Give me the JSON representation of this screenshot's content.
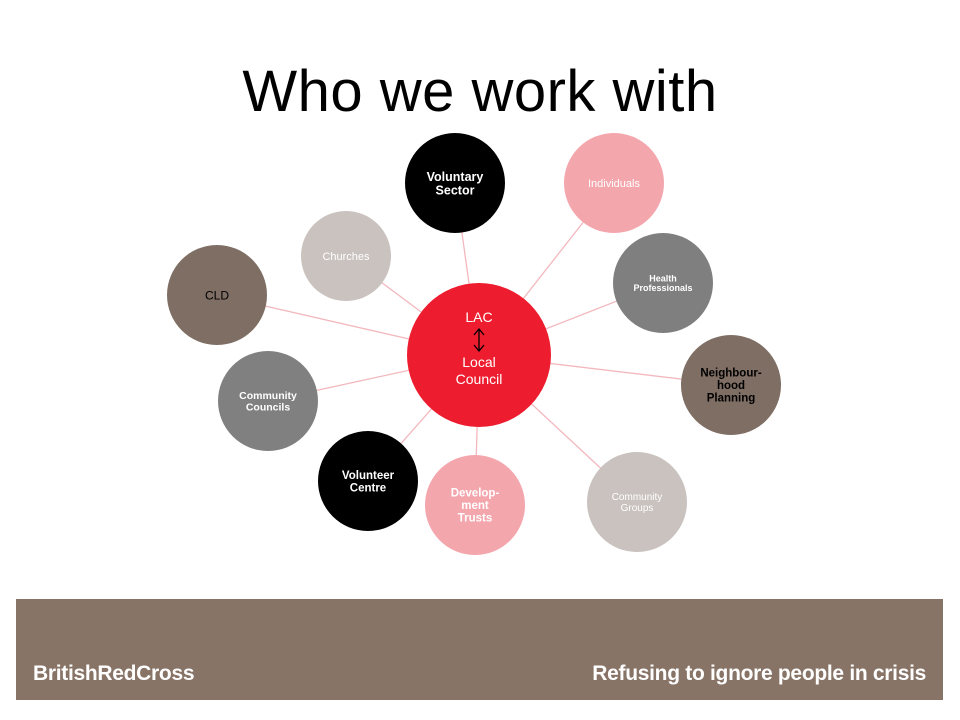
{
  "title": "Who we work with",
  "hub": {
    "line1": "LAC",
    "line2": "Local",
    "line3": "Council",
    "color": "#ED1C2E",
    "text_color": "#ffffff"
  },
  "connector_color": "#F2B8BE",
  "arrow_color": "#000000",
  "nodes": [
    {
      "id": "voluntary-sector",
      "lines": [
        "Voluntary",
        "Sector"
      ],
      "color": "#000000",
      "text_color": "#ffffff"
    },
    {
      "id": "individuals",
      "lines": [
        "Individuals"
      ],
      "color": "#F4A6AD",
      "text_color": "#ffffff"
    },
    {
      "id": "health-professionals",
      "lines": [
        "Health",
        "Professionals"
      ],
      "color": "#7F7F7F",
      "text_color": "#ffffff"
    },
    {
      "id": "neighbourhood-planning",
      "lines": [
        "Neighbour-",
        "hood",
        "Planning"
      ],
      "color": "#7F6E64",
      "text_color": "#000000"
    },
    {
      "id": "community-groups",
      "lines": [
        "Community",
        "Groups"
      ],
      "color": "#C9C2BE",
      "text_color": "#ffffff"
    },
    {
      "id": "development-trusts",
      "lines": [
        "Develop-",
        "ment",
        "Trusts"
      ],
      "color": "#F4A6AD",
      "text_color": "#ffffff"
    },
    {
      "id": "volunteer-centre",
      "lines": [
        "Volunteer",
        "Centre"
      ],
      "color": "#000000",
      "text_color": "#ffffff"
    },
    {
      "id": "community-councils",
      "lines": [
        "Community",
        "Councils"
      ],
      "color": "#808080",
      "text_color": "#ffffff"
    },
    {
      "id": "cld",
      "lines": [
        "CLD"
      ],
      "color": "#7F6E64",
      "text_color": "#000000"
    },
    {
      "id": "churches",
      "lines": [
        "Churches"
      ],
      "color": "#C9C2BE",
      "text_color": "#ffffff"
    }
  ],
  "footer": {
    "brand": "BritishRedCross",
    "tagline": "Refusing to ignore people in crisis",
    "background": "#887466",
    "text_color": "#ffffff"
  }
}
